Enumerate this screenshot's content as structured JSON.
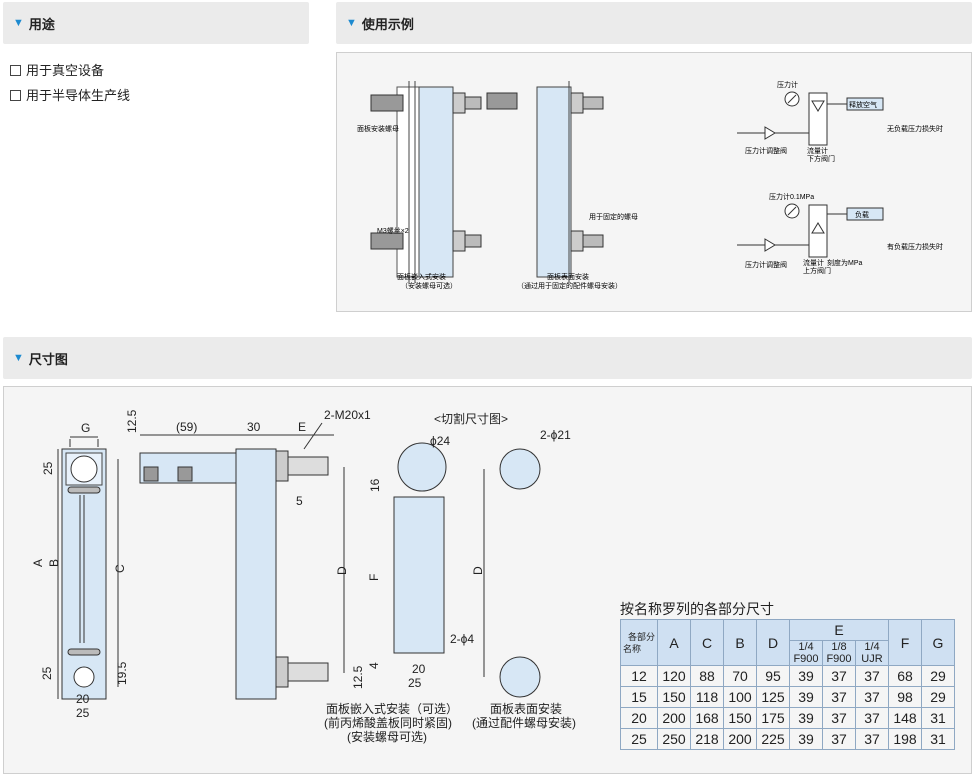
{
  "sections": {
    "usage_title": "用途",
    "example_title": "使用示例",
    "dims_title": "尺寸图"
  },
  "usage_items": [
    "用于真空设备",
    "用于半导体生产线"
  ],
  "example": {
    "panel_nut": "面板安装螺母",
    "m3_screw": "M3螺丝×2",
    "fixing_nut": "用于固定的螺母",
    "cap1_a": "面板嵌入式安装",
    "cap1_b": "（安装螺母可选）",
    "cap2_a": "面板表面安装",
    "cap2_b": "（通过用于固定的配件螺母安装）",
    "d1_gauge": "压力计",
    "d1_release": "释放空气",
    "d1_valve": "压力计调整阀",
    "d1_meter_a": "流量计",
    "d1_meter_b": "下方阀门",
    "d1_note": "无负载压力损失时",
    "d2_gauge": "压力计0.1MPa",
    "d2_load": "负载",
    "d2_valve": "压力计调整阀",
    "d2_meter_a": "流量计",
    "d2_meter_b": "上方阀门",
    "d2_scale": "刻度为MPa",
    "d2_note": "有负载压力损失时"
  },
  "drawing": {
    "G": "G",
    "dim12_5": "12.5",
    "dim25": "25",
    "A": "A",
    "B": "B",
    "C": "C",
    "dim19_5": "19.5",
    "dim20": "20",
    "p59": "(59)",
    "dim30": "30",
    "E": "E",
    "m20": "2-M20x1",
    "dim5": "5",
    "D": "D",
    "cut_title": "<切割尺寸图>",
    "phi24": "ϕ24",
    "dim16": "16",
    "F": "F",
    "dim4": "4",
    "phi4": "2-ϕ4",
    "phi21": "2-ϕ21",
    "cap1": [
      "面板嵌入式安装（可选）",
      "(前丙烯酸盖板同时紧固)",
      "(安装螺母可选)"
    ],
    "cap2": [
      "面板表面安装",
      "(通过配件螺母安装)"
    ]
  },
  "table": {
    "title": "按名称罗列的各部分尺寸",
    "corner_top": "各部分",
    "corner_bottom": "名称",
    "headers": [
      "A",
      "C",
      "B",
      "D",
      "E",
      "F",
      "G"
    ],
    "e_sub": [
      [
        "1/4",
        "F900"
      ],
      [
        "1/8",
        "F900"
      ],
      [
        "1/4",
        "UJR"
      ]
    ],
    "rows": [
      [
        "12",
        "120",
        "88",
        "70",
        "95",
        "39",
        "37",
        "37",
        "68",
        "29"
      ],
      [
        "15",
        "150",
        "118",
        "100",
        "125",
        "39",
        "37",
        "37",
        "98",
        "29"
      ],
      [
        "20",
        "200",
        "168",
        "150",
        "175",
        "39",
        "37",
        "37",
        "148",
        "31"
      ],
      [
        "25",
        "250",
        "218",
        "200",
        "225",
        "39",
        "37",
        "37",
        "198",
        "31"
      ]
    ]
  },
  "colors": {
    "accent": "#1d8ad0",
    "header_bg": "#ebebeb",
    "table_head": "#cfe0f2",
    "flowmeter": "#d7e7f5"
  }
}
